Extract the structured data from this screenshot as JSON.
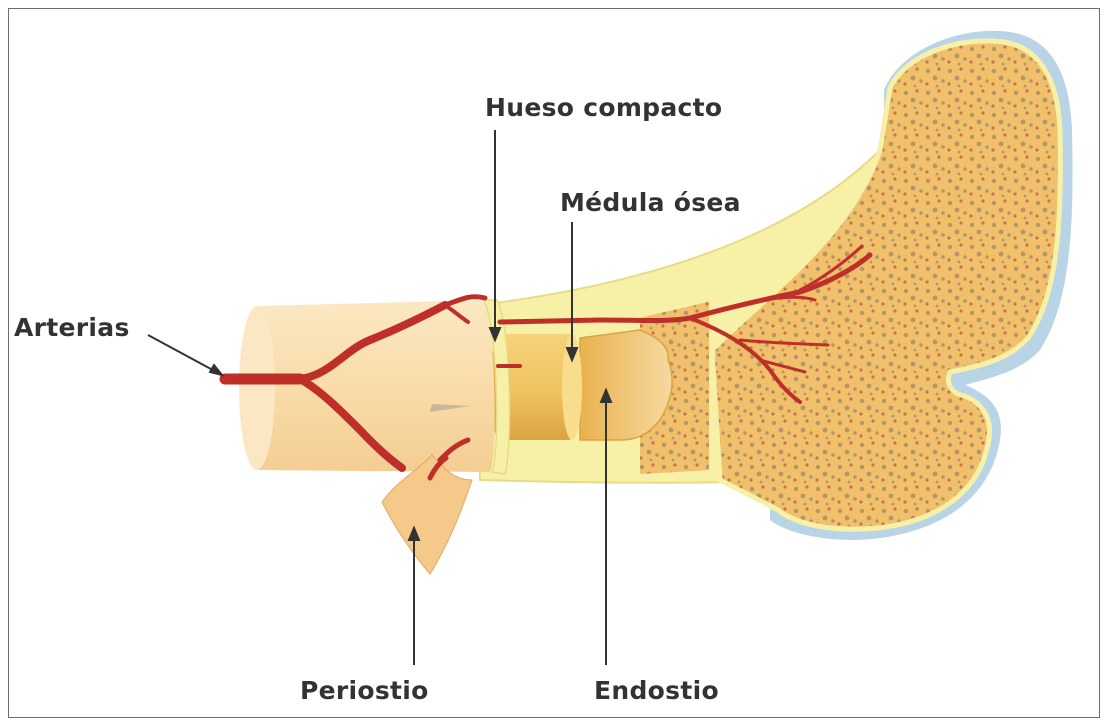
{
  "labels": {
    "arterias": "Arterias",
    "hueso_compacto": "Hueso compacto",
    "medula_osea": "Médula ósea",
    "periostio": "Periostio",
    "endostio": "Endostio"
  },
  "colors": {
    "artery": "#bf2f2a",
    "compact_bone": "#f7f1a8",
    "shaft": "#f8ddb0",
    "spongy_fill": "#f0c06a",
    "spongy_dots": "#b8946a",
    "cartilage": "#b8d4e6",
    "marrow": "#efc35e",
    "pointer": "#333333"
  }
}
